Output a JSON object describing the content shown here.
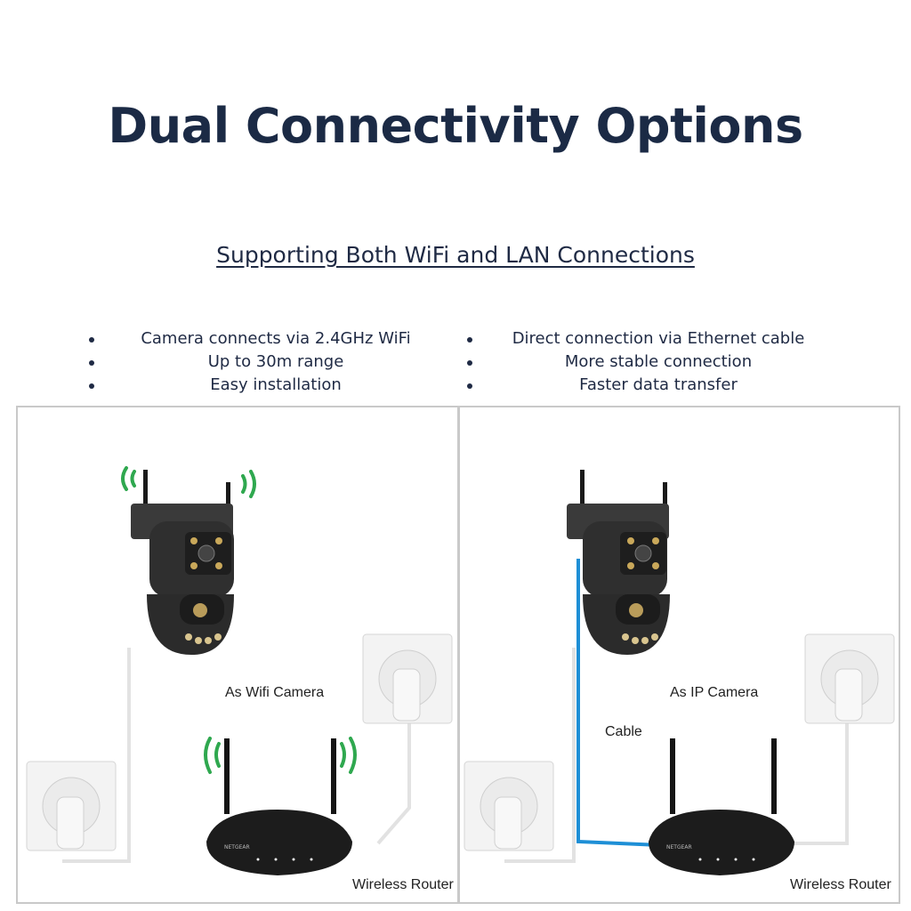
{
  "title": "Dual Connectivity Options",
  "subtitle": "Supporting Both WiFi and LAN Connections",
  "wifi_features": [
    "Camera connects via 2.4GHz WiFi",
    "Up to 30m range",
    "Easy installation"
  ],
  "lan_features": [
    "Direct connection via Ethernet cable",
    "More stable connection",
    "Faster data transfer"
  ],
  "left_panel": {
    "camera_label": "As Wifi Camera",
    "router_label": "Wireless Router"
  },
  "right_panel": {
    "camera_label": "As IP Camera",
    "cable_label": "Cable",
    "router_label": "Wireless Router"
  },
  "router_brand": "NETGEAR",
  "colors": {
    "heading": "#1b2a45",
    "wifi_signal": "#2fa84f",
    "cable": "#1e8fd6"
  }
}
